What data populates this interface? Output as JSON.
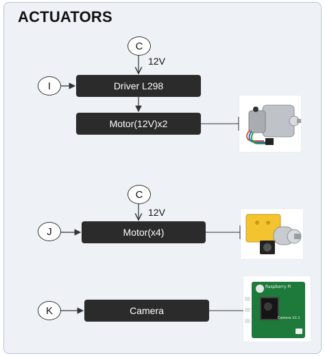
{
  "title": "ACTUATORS",
  "nodes": {
    "c1": "C",
    "i": "I",
    "c2": "C",
    "j": "J",
    "k": "K"
  },
  "voltages": {
    "v1": "12V",
    "v2": "12V"
  },
  "blocks": {
    "driver": "Driver L298",
    "motor_12v": "Motor(12V)x2",
    "motor_x4": "Motor(x4)",
    "camera": "Camera"
  },
  "camera_board": {
    "brand": "Raspberry Pi",
    "model": "Camera V2.1"
  },
  "colors": {
    "panel_bg": "#eef2f7",
    "block_bg": "#2b2b2b",
    "line": "#333333",
    "board_green": "#1e7a3a",
    "gearbox_yellow": "#f4c430"
  }
}
